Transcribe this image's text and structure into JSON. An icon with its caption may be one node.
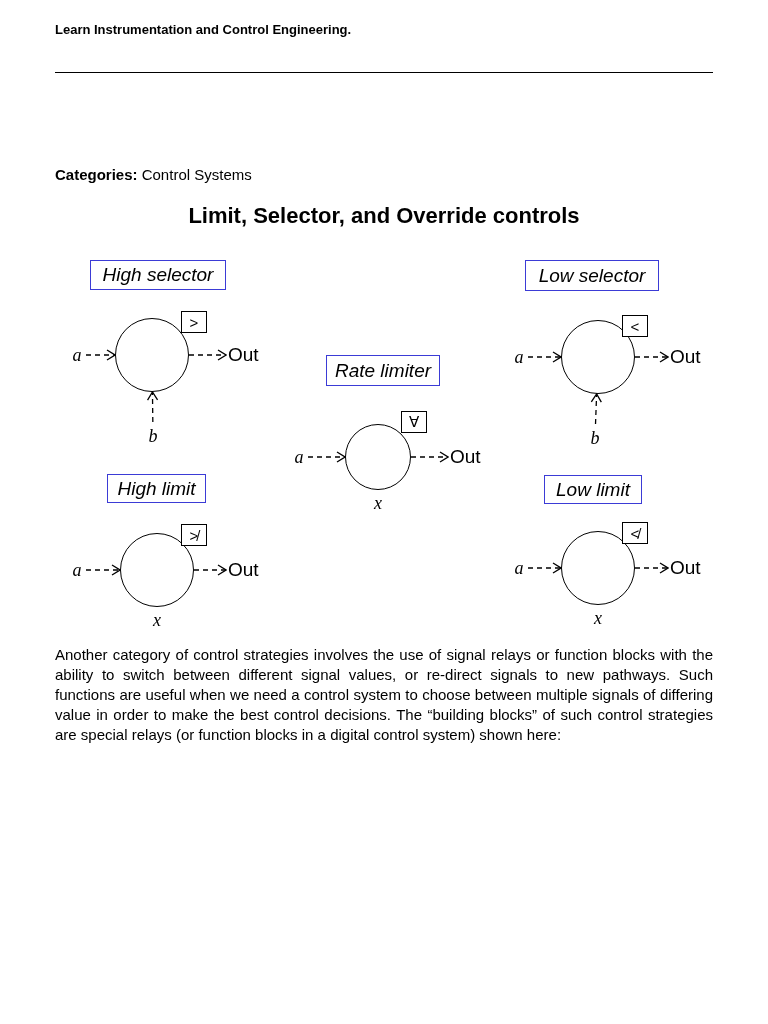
{
  "diagram": {
    "title": "Limit, Selector, and Override controls",
    "nodes": [
      {
        "text": [
          "High selector"
        ]
      },
      {
        "text": [],
        "shape": "circle"
      },
      {
        "text": [
          ">"
        ]
      },
      {
        "text": [
          "a"
        ]
      },
      {
        "text": [
          "Out"
        ]
      },
      {
        "text": [
          "b"
        ]
      },
      {
        "text": [
          "Low selector"
        ]
      },
      {
        "text": [],
        "shape": "circle"
      },
      {
        "text": [
          "<"
        ]
      },
      {
        "text": [
          "a"
        ]
      },
      {
        "text": [
          "Out"
        ]
      },
      {
        "text": [
          "b"
        ]
      },
      {
        "text": [
          "Rate limiter"
        ]
      },
      {
        "text": [],
        "shape": "circle",
        "beside": [
          "x"
        ]
      },
      {
        "text": [
          "∀"
        ]
      },
      {
        "text": [
          "a"
        ]
      },
      {
        "text": [
          "Out"
        ]
      },
      {
        "text": [
          "High limit"
        ]
      },
      {
        "text": [],
        "shape": "circle",
        "beside": [
          "x"
        ]
      },
      {
        "text": [
          "≯"
        ]
      },
      {
        "text": [
          "a"
        ]
      },
      {
        "text": [
          "Out"
        ]
      },
      {
        "text": [
          "Low limit"
        ]
      },
      {
        "text": [],
        "shape": "circle",
        "beside": [
          "x"
        ]
      },
      {
        "text": [
          "≮"
        ]
      },
      {
        "text": [
          "a"
        ]
      },
      {
        "text": [
          "Out"
        ]
      }
    ],
    "edges": [
      {
        "from": 3,
        "to": 1,
        "arrow": "to",
        "style": "dashed"
      },
      {
        "from": 1,
        "to": 4,
        "arrow": "to",
        "style": "dashed"
      },
      {
        "from": 5,
        "to": 1,
        "arrow": "to",
        "style": "dashed"
      },
      {
        "from": 9,
        "to": 7,
        "arrow": "to",
        "style": "dashed"
      },
      {
        "from": 7,
        "to": 10,
        "arrow": "to",
        "style": "dashed"
      },
      {
        "from": 11,
        "to": 7,
        "arrow": "to",
        "style": "dashed"
      },
      {
        "from": 15,
        "to": 13,
        "arrow": "to",
        "style": "dashed"
      },
      {
        "from": 13,
        "to": 16,
        "arrow": "to",
        "style": "dashed"
      },
      {
        "from": 20,
        "to": 18,
        "arrow": "to",
        "style": "dashed"
      },
      {
        "from": 18,
        "to": 21,
        "arrow": "to",
        "style": "dashed"
      },
      {
        "from": 25,
        "to": 23,
        "arrow": "to",
        "style": "dashed"
      },
      {
        "from": 23,
        "to": 26,
        "arrow": "to",
        "style": "dashed"
      }
    ],
    "labels": [
      "Learn Instrumentation and Control Engineering.",
      "**Categories:** Control Systems",
      "Another category of control strategies involves the use of signal relays or function blocks with the ability to switch between different signal values, or re-direct signals to new pathways. Such functions are useful when we need a control system to choose between multiple signals of differing value in order to make the best control decisions. The “building blocks” of such control strategies are special relays (or function blocks in a digital control system) shown here:"
    ]
  }
}
